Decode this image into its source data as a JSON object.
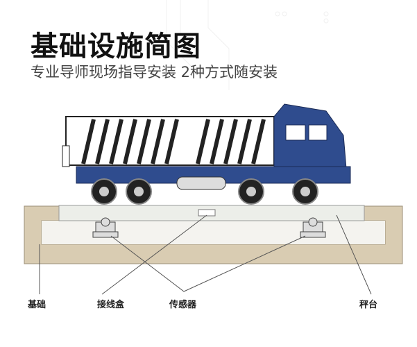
{
  "header": {
    "title": "基础设施简图",
    "subtitle": "专业导师现场指导安装 2种方式随安装"
  },
  "labels": {
    "foundation": "基础",
    "junction_box": "接线盒",
    "sensor": "传感器",
    "platform": "秤台"
  },
  "colors": {
    "truck_blue": "#2f4c8e",
    "foundation": "#d9ccb2",
    "platform": "#eceee9"
  }
}
